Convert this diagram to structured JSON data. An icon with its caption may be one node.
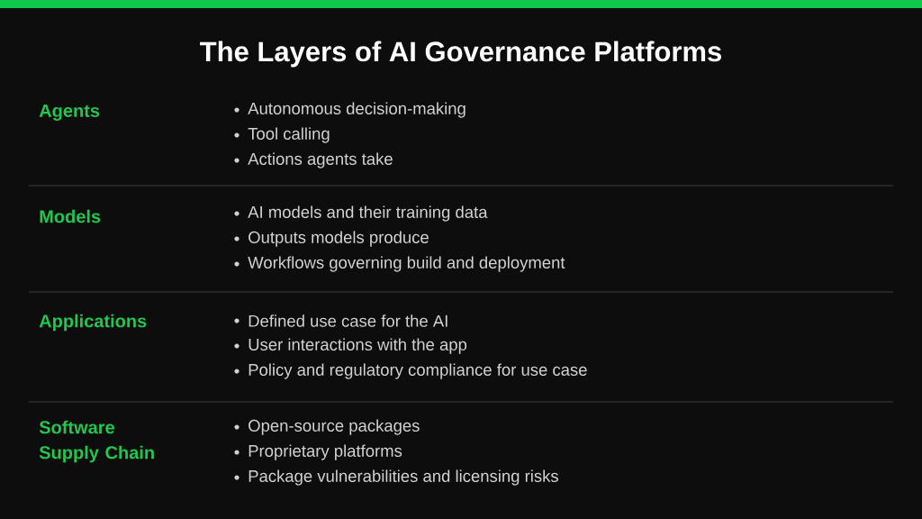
{
  "diagram": {
    "title": "The Layers of AI Governance Platforms",
    "labels": [
      "Agents",
      "Autonomous decision-making",
      "Tool calling",
      "Actions agents take",
      "Models",
      "AI models and their training data",
      "Outputs models produce",
      "Workflows governing build and deployment",
      "Applications",
      "Defined use case for the AI",
      "User interactions with the app",
      "Policy and regulatory compliance for use case",
      "Software Supply Chain",
      "Open-source packages",
      "Proprietary platforms",
      "Package vulnerabilities and licensing risks"
    ]
  }
}
